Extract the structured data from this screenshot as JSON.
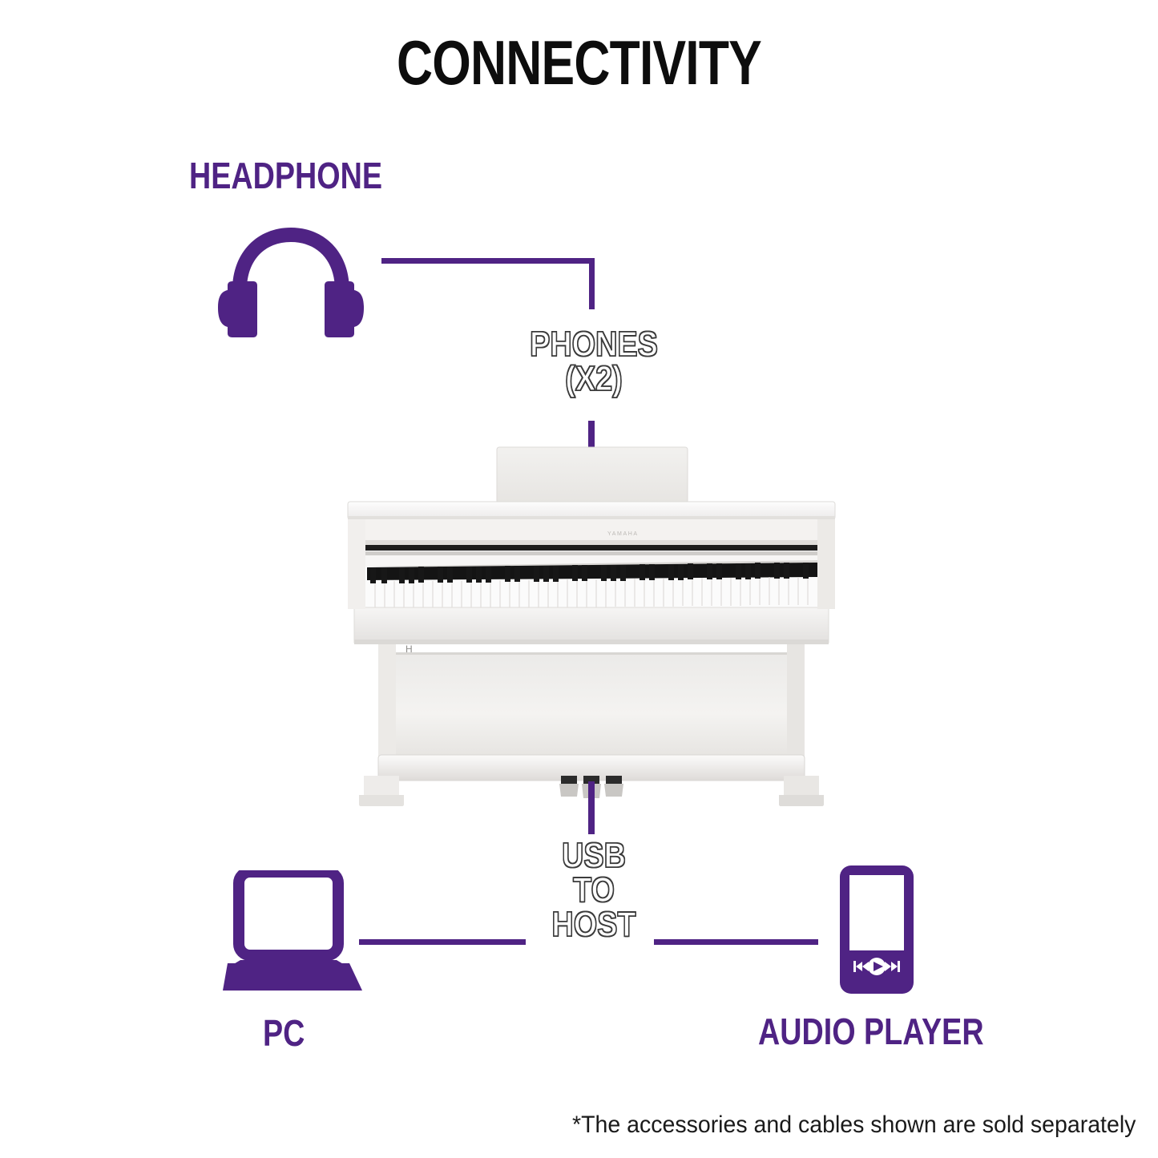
{
  "page": {
    "title": "CONNECTIVITY",
    "footnote": "*The accessories and cables shown are sold separately",
    "accent_color": "#4f2384",
    "background_color": "#ffffff",
    "title_color": "#0d0d0d"
  },
  "devices": {
    "headphone": {
      "label": "HEADPHONE",
      "icon": "headphone-icon"
    },
    "pc": {
      "label": "PC",
      "icon": "laptop-icon"
    },
    "audio_player": {
      "label": "AUDIO PLAYER",
      "icon": "portable-media-player-icon"
    },
    "piano": {
      "icon": "digital-piano-illustration"
    }
  },
  "ports": {
    "phones": {
      "label": "PHONES\n(X2)",
      "line1": "PHONES",
      "line2": "(X2)"
    },
    "usb_to_host": {
      "label": "USB\nTO\nHOST",
      "line1": "USB",
      "line2": "TO",
      "line3": "HOST"
    }
  },
  "connections": [
    {
      "from": "headphone",
      "to": "phones",
      "style": "elbow"
    },
    {
      "from": "phones",
      "to": "piano",
      "style": "vertical"
    },
    {
      "from": "piano",
      "to": "usb_to_host",
      "style": "vertical"
    },
    {
      "from": "pc",
      "to": "usb_to_host",
      "style": "horizontal"
    },
    {
      "from": "usb_to_host",
      "to": "audio_player",
      "style": "horizontal"
    }
  ]
}
